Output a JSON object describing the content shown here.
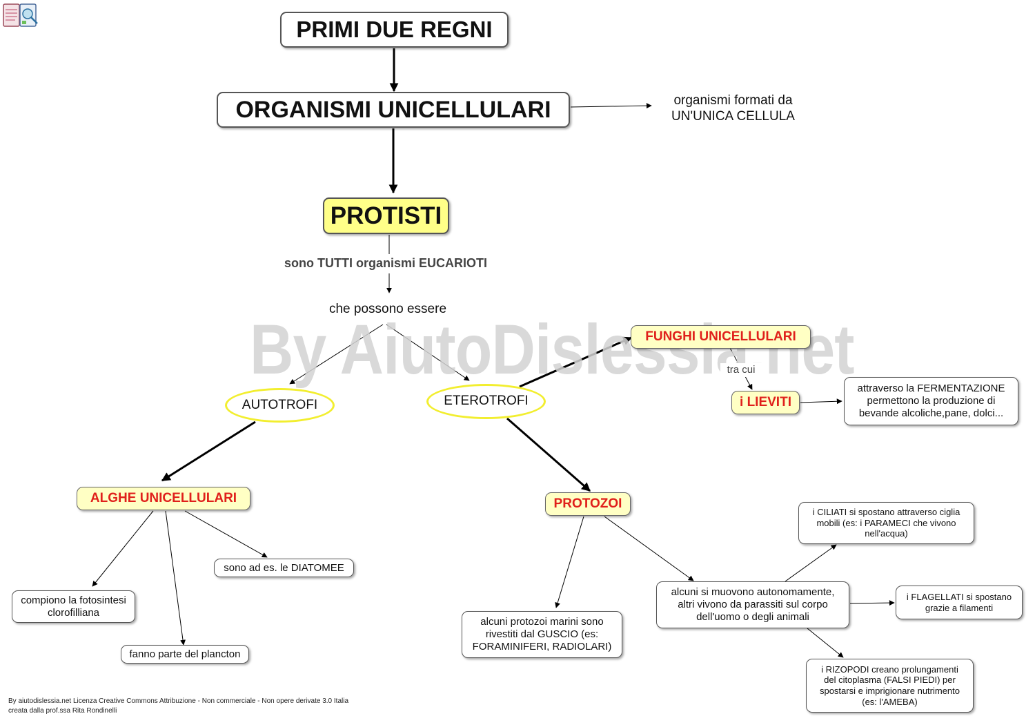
{
  "watermark": "By AiutoDislessia.net",
  "nodes": {
    "primi_due_regni": "PRIMI DUE REGNI",
    "organismi_unicellulari": "ORGANISMI UNICELLULARI",
    "unica_cellula": "organismi formati da\nUN'UNICA CELLULA",
    "protisti": "PROTISTI",
    "eucarioti": "sono TUTTI organismi EUCARIOTI",
    "possono_essere": "che possono essere",
    "autotrofi": "AUTOTROFI",
    "eterotrofi": "ETEROTROFI",
    "funghi": "FUNGHI UNICELLULARI",
    "tra_cui": "tra cui",
    "lieviti": "i LIEVITI",
    "fermentazione": "attraverso la FERMENTAZIONE\npermettono la produzione di\nbevande alcoliche,pane, dolci...",
    "alghe": "ALGHE UNICELLULARI",
    "diatomee": "sono ad es. le DIATOMEE",
    "fotosintesi": "compiono la fotosintesi\nclorofilliana",
    "plancton": "fanno parte del plancton",
    "protozoi": "PROTOZOI",
    "guscio": "alcuni protozoi marini sono\nrivestiti dal GUSCIO (es:\nFORAMINIFERI, RADIOLARI)",
    "muovono": "alcuni si muovono autonomamente,\naltri vivono da parassiti sul corpo\ndell'uomo o degli animali",
    "ciliati": "i CILIATI si spostano attraverso ciglia\nmobili (es: i PARAMECI che vivono\nnell'acqua)",
    "flagellati": "i FLAGELLATI si spostano\ngrazie a filamenti",
    "rizopodi": "i RIZOPODI creano prolungamenti\ndel citoplasma (FALSI PIEDI) per\nspostarsi e imprigionare nutrimento\n(es: l'AMEBA)"
  },
  "footer": {
    "line1": "By aiutodislessia.net Licenza Creative Commons Attribuzione - Non commerciale - Non opere derivate 3.0 Italia",
    "line2": "creata dalla prof.ssa Rita Rondinelli"
  },
  "colors": {
    "highlight_bg": "#ffffc4",
    "highlight_text": "#e0201b",
    "ellipse_border": "#f2ee2f",
    "protisti_bg": "#ffff88"
  },
  "icons": {
    "logo": "book-logo-icon"
  }
}
